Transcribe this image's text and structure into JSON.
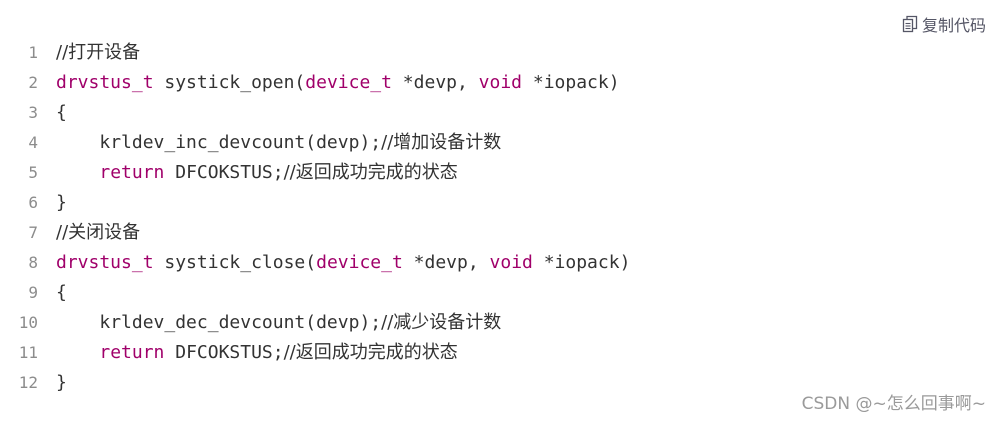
{
  "toolbar": {
    "copy_label": "复制代码",
    "copy_icon": "copy-icon"
  },
  "colors": {
    "keyword": "#a0006a",
    "text": "#333333",
    "line_number": "#8c8c8c",
    "watermark": "#9a9a9a"
  },
  "code": {
    "line_numbers": [
      "1",
      "2",
      "3",
      "4",
      "5",
      "6",
      "7",
      "8",
      "9",
      "10",
      "11",
      "12"
    ],
    "lines": {
      "l1": {
        "comment": "//打开设备"
      },
      "l2": {
        "type": "drvstus_t",
        "func": " systick_open(",
        "param_type": "device_t",
        "arg1": " *devp, ",
        "kw_void": "void",
        "arg2": " *iopack)"
      },
      "l3": {
        "text": "{"
      },
      "l4": {
        "indent": "    ",
        "call": "krldev_inc_devcount(devp);",
        "comment": "//增加设备计数"
      },
      "l5": {
        "indent": "    ",
        "kw_return": "return",
        "value": " DFCOKSTUS;",
        "comment": "//返回成功完成的状态"
      },
      "l6": {
        "text": "}"
      },
      "l7": {
        "comment": "//关闭设备"
      },
      "l8": {
        "type": "drvstus_t",
        "func": " systick_close(",
        "param_type": "device_t",
        "arg1": " *devp, ",
        "kw_void": "void",
        "arg2": " *iopack)"
      },
      "l9": {
        "text": "{"
      },
      "l10": {
        "indent": "    ",
        "call": "krldev_dec_devcount(devp);",
        "comment": "//减少设备计数"
      },
      "l11": {
        "indent": "    ",
        "kw_return": "return",
        "value": " DFCOKSTUS;",
        "comment": "//返回成功完成的状态"
      },
      "l12": {
        "text": "}"
      }
    }
  },
  "watermark": "CSDN @~怎么回事啊~"
}
